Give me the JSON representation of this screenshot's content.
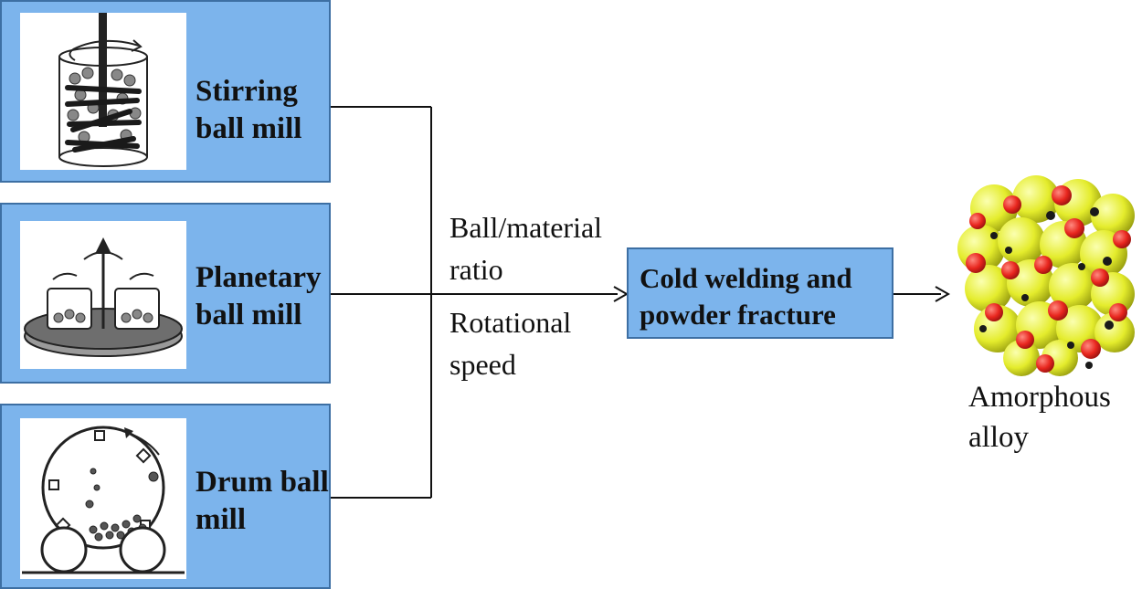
{
  "mills": [
    {
      "line1": "Stirring",
      "line2": "ball mill",
      "icon": "stirring-mill-icon"
    },
    {
      "line1": "Planetary",
      "line2": "ball mill",
      "icon": "planetary-mill-icon"
    },
    {
      "line1": "Drum ball",
      "line2": "mill",
      "icon": "drum-mill-icon"
    }
  ],
  "parameters": {
    "above": [
      "Ball/material",
      "ratio"
    ],
    "below": [
      "Rotational",
      "speed"
    ]
  },
  "process": {
    "line1": "Cold welding and",
    "line2": "powder fracture"
  },
  "result": {
    "line1": "Amorphous",
    "line2": "alloy",
    "icon": "amorphous-alloy-atoms-icon"
  },
  "colors": {
    "box_fill": "#7cb4ec",
    "box_border": "#3d6fa3",
    "atom_main": "#e8f03a",
    "atom_secondary": "#e8261e",
    "atom_small": "#1a1a1a"
  }
}
